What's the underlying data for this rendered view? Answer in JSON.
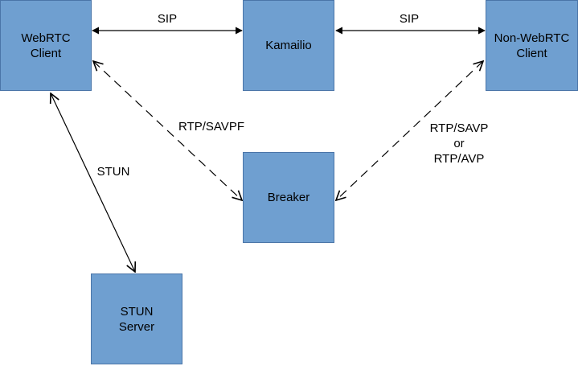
{
  "nodes": {
    "webrtc": {
      "line1": "WebRTC",
      "line2": "Client"
    },
    "kamailio": {
      "line1": "Kamailio"
    },
    "nonwebrtc": {
      "line1": "Non-WebRTC",
      "line2": "Client"
    },
    "breaker": {
      "line1": "Breaker"
    },
    "stun_server": {
      "line1": "STUN",
      "line2": "Server"
    }
  },
  "edges": {
    "sip_left": "SIP",
    "sip_right": "SIP",
    "rtp_savpf": "RTP/SAVPF",
    "rtp_right": {
      "line1": "RTP/SAVP",
      "line2": "or",
      "line3": "RTP/AVP"
    },
    "stun": "STUN"
  },
  "colors": {
    "node_fill": "#6f9fd0",
    "node_border": "#4a75a8",
    "line": "#000000"
  }
}
